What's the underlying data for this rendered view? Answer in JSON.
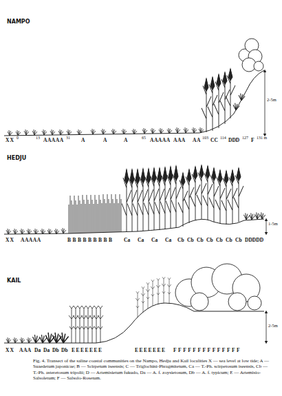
{
  "diagram": {
    "caption": "Fig. 4. Transect of the saline coastal communities on the Nampo, Hedju and Kail localities X — sea level at low tide; A — Suaedetum japonicae; B — Scirpetum iseensis; C — Triglochini-Phragmitetum, Ca — T.-Ph. scirpetosum iseensis, Cb — T.-Ph. asteretosum tripolii; D — Artemisietum fukudo, Da — A. f. zoysietosum, Db — A. f. typicum; E — Artemisio-Salsoletum; F — Salsolo-Rosetum.",
    "labels": [
      "NAMPO",
      "XX",
      "0",
      "13",
      "AAAAA",
      "31",
      "A",
      "A",
      "A",
      "65",
      "AAAAA",
      "AAA",
      "AA",
      "103",
      "CC",
      "114",
      "DDD",
      "127",
      "F",
      "131 m",
      "2-5m",
      "HEDJU",
      "XX",
      "AAAAA",
      "BBBBBBBBB",
      "Ca",
      "Ca",
      "Ca",
      "Ca",
      "Cb",
      "Cb",
      "Cb",
      "Cb",
      "Cb",
      "Cb",
      "Cb",
      "DDDDD",
      "1-5m",
      "KAIL",
      "XX",
      "AAA",
      "Da",
      "Da",
      "Db",
      "Db",
      "EEEEEEE",
      "EEEEEEE",
      "FFFFFFFFFFFFFF",
      "2-5m"
    ]
  }
}
